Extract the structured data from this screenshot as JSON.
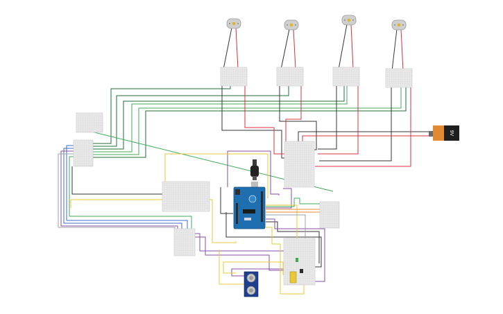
{
  "canvas": {
    "background": "#ffffff"
  },
  "components": {
    "battery": {
      "label": "9V",
      "body_color": "#1e1e1e",
      "cap_color": "#e08a32"
    },
    "arduino": {
      "board_color": "#1f6fb0",
      "header_color": "#2b2b2b"
    },
    "ultrasonic_sensor": {
      "board_color": "#1c3f8f",
      "transducer_color": "#c9c9c9"
    },
    "motors": {
      "count": 4,
      "body_color": "#cfcfcf",
      "shaft_color": "#e1b42c"
    },
    "breadboards": {
      "count": 11,
      "color": "#e9e9e9"
    }
  },
  "wire_colors": {
    "black": "#333333",
    "red": "#d9303a",
    "dark_green": "#1f6b34",
    "green": "#3cab54",
    "yellow": "#e9c736",
    "purple": "#8a4ea8",
    "blue": "#3c6bd6",
    "orange": "#e88a2c",
    "gray": "#9aa2ab"
  }
}
